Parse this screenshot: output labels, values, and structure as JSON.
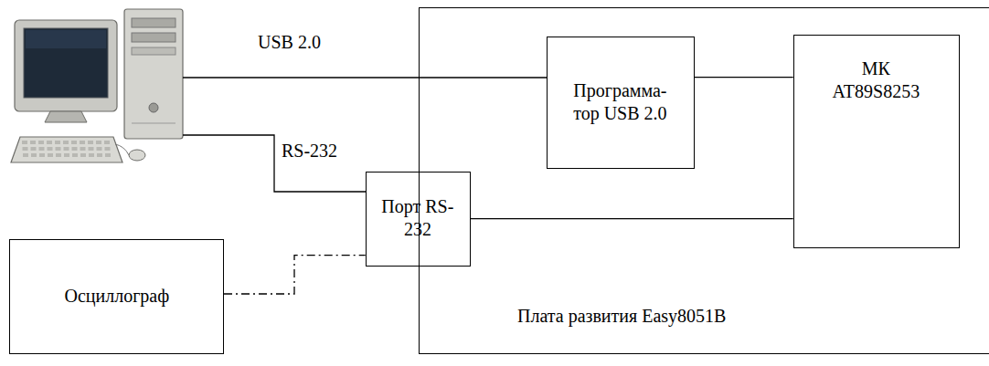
{
  "diagram": {
    "nodes": [
      {
        "text": [
          "Плата развития Easy8051B"
        ]
      },
      {
        "text": [
          "Программа- тор USB 2.0"
        ],
        "in": 0
      },
      {
        "text": [
          "МК AT89S8253"
        ],
        "in": 0
      },
      {
        "text": [
          "Порт RS-232"
        ],
        "in": 0
      },
      {
        "text": [
          "Осциллограф"
        ]
      }
    ],
    "edges": [
      {
        "from": 1,
        "to": 2,
        "arrow": "none"
      },
      {
        "from": 3,
        "to": 2,
        "arrow": "none"
      },
      {
        "from": 4,
        "to": 3,
        "arrow": "none"
      }
    ],
    "labels": [
      "USB 2.0",
      "RS-232"
    ]
  }
}
